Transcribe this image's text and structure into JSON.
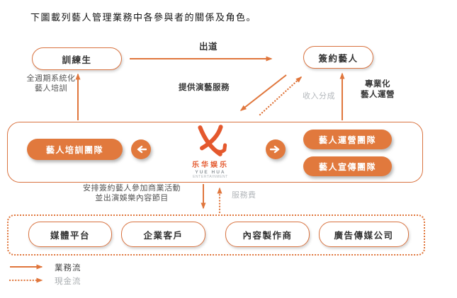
{
  "title": "下圖載列藝人管理業務中各參與者的關係及角色。",
  "nodes": {
    "trainee": "訓練生",
    "signed_artist": "簽約藝人",
    "training_team": "藝人培訓團隊",
    "operation_team": "藝人運營團隊",
    "promotion_team": "藝人宣傳團隊",
    "media_platform": "媒體平台",
    "corporate_client": "企業客戶",
    "content_producer": "內容製作商",
    "ad_media_company": "廣告傳媒公司"
  },
  "flows": {
    "debut": "出道",
    "systematic_training": "全週期系統化\n藝人培訓",
    "performing_services": "提供演藝服務",
    "revenue_share": "收入分成",
    "professional_operation": "專業化\n藝人運營",
    "arrange_activities": "安排簽約藝人參加商業活動\n並出演娛樂內容節目",
    "service_fee": "服務費"
  },
  "logo": {
    "name_cn": "乐华娱乐",
    "name_en": "YUE HUA",
    "subtitle_en": "ENTERTAINMENT"
  },
  "legend": {
    "business_flow": "業務流",
    "cash_flow": "現金流"
  },
  "colors": {
    "diagram_orange": "#E0763C",
    "pill_orange": "#E1793D",
    "logo_orange": "#E4582D",
    "gray_label": "#B4B8BC",
    "dark_text": "#333333"
  }
}
